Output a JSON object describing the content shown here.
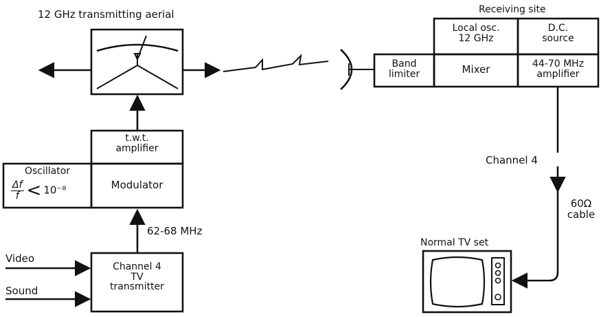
{
  "aerial_title": "12 GHz transmitting aerial",
  "receiving_site_label": "Receiving site",
  "blocks": {
    "twt": [
      "t.w.t.",
      "amplifier"
    ],
    "oscillator": "Oscillator",
    "modulator": "Modulator",
    "transmitter": [
      "Channel 4",
      "TV",
      "transmitter"
    ],
    "local_osc": [
      "Local osc.",
      "12 GHz"
    ],
    "dc_source": [
      "D.C.",
      "source"
    ],
    "band_limiter": [
      "Band",
      "limiter"
    ],
    "mixer": "Mixer",
    "if_amplifier": [
      "44-70 MHz",
      "amplifier"
    ],
    "tv_set": "Normal TV set"
  },
  "stability": {
    "numerator": "Δf",
    "denominator": "f",
    "relation": "<",
    "limit": "10⁻⁸"
  },
  "signals": {
    "video": "Video",
    "sound": "Sound",
    "if_band": "62-68 MHz",
    "channel": "Channel 4",
    "cable": [
      "60Ω",
      "cable"
    ]
  }
}
